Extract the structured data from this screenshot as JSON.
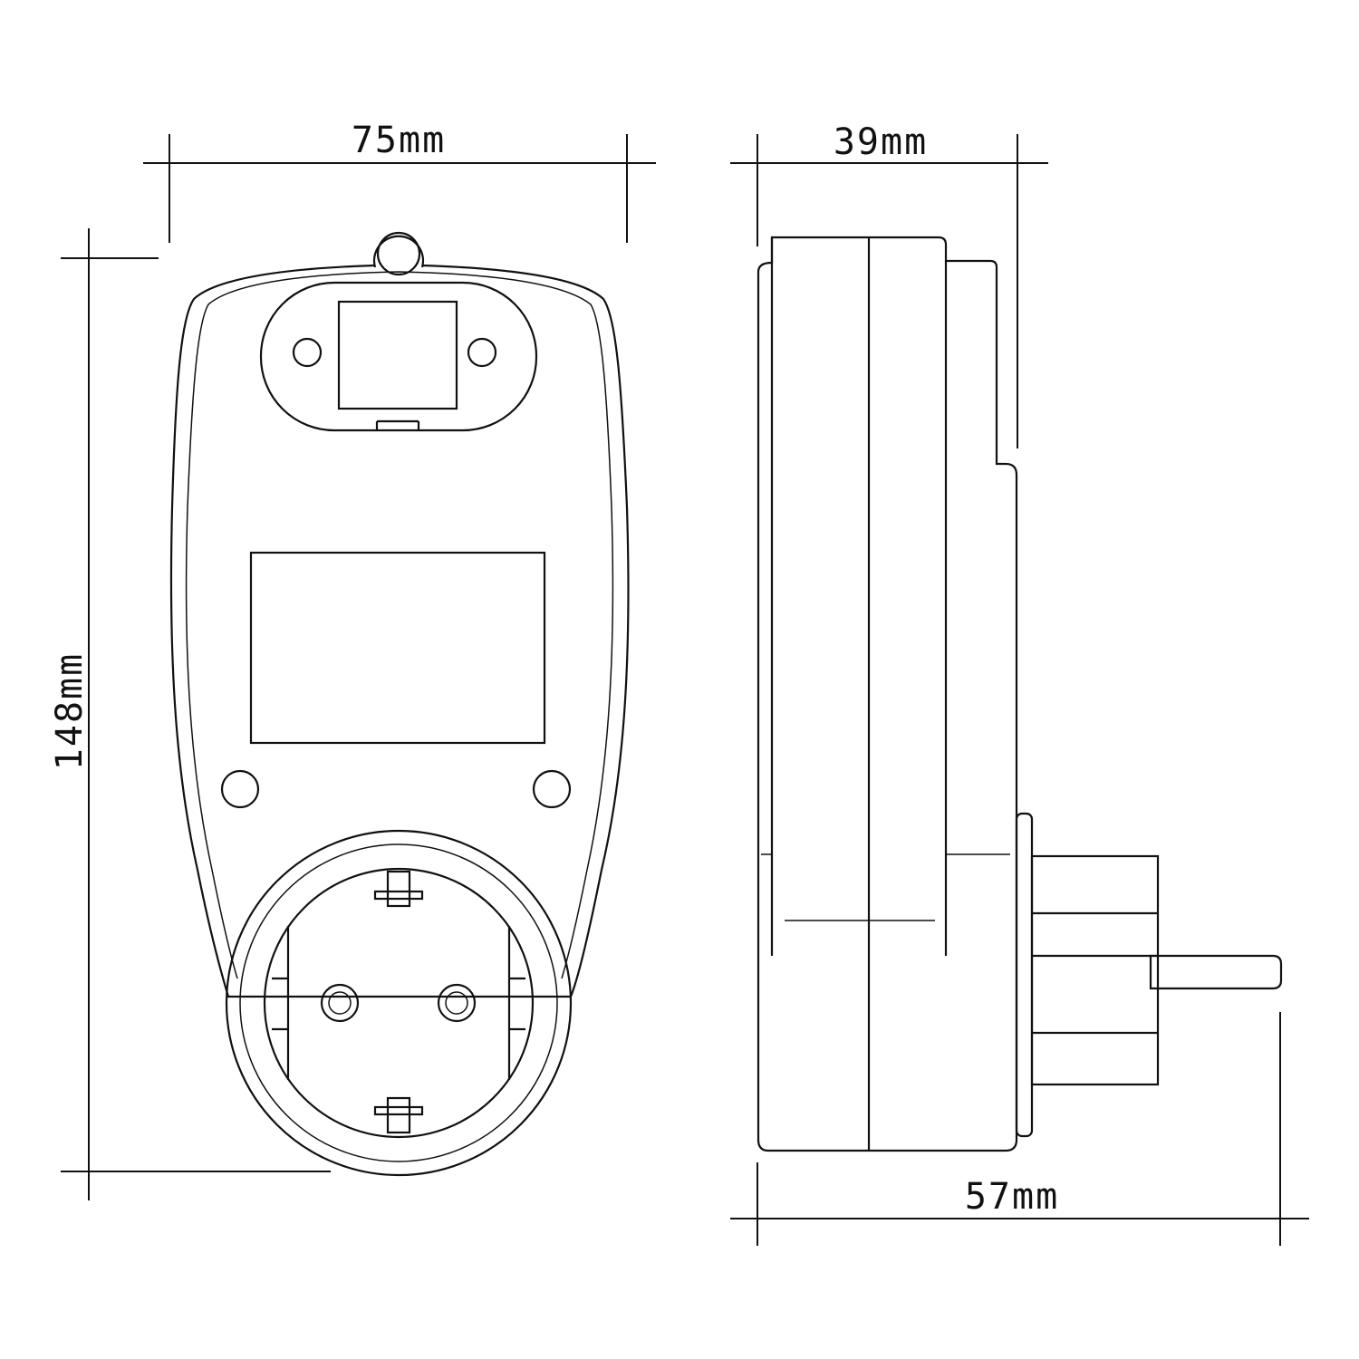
{
  "dimensions": {
    "front_width": "75mm",
    "front_height": "148mm",
    "side_depth_body": "39mm",
    "side_depth_total": "57mm"
  }
}
